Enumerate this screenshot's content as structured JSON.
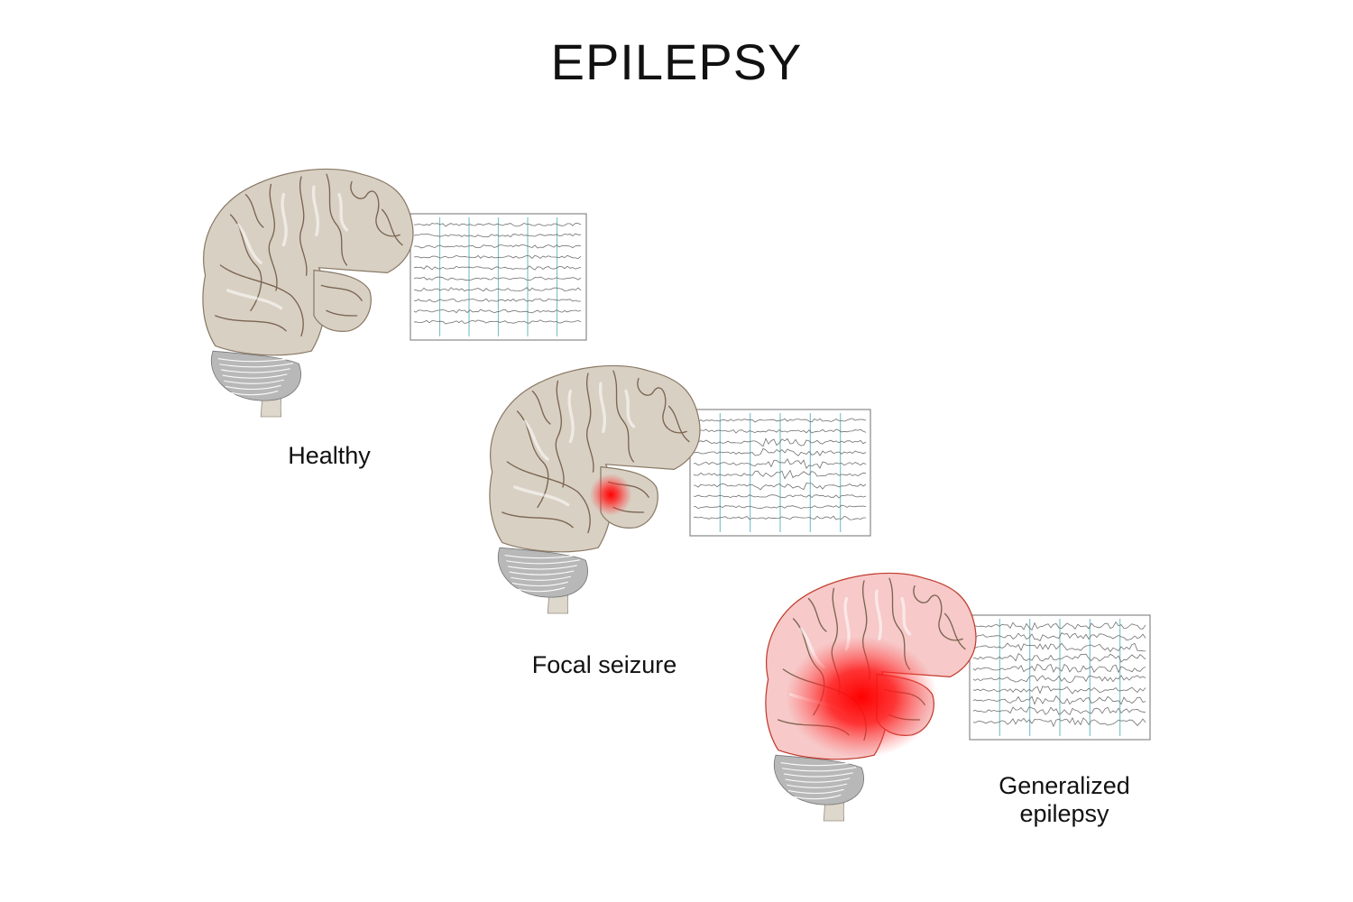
{
  "title": "EPILEPSY",
  "panels": [
    {
      "label": "Healthy",
      "state": "healthy"
    },
    {
      "label": "Focal seizure",
      "state": "focal"
    },
    {
      "label": "Generalized epilepsy",
      "label_lines": [
        "Generalized",
        "epilepsy"
      ],
      "state": "generalized"
    }
  ],
  "colors": {
    "brain_fill": "#d9d0c4",
    "brain_stroke": "#8a7a66",
    "sulcus": "#7a6550",
    "cerebellum": "#b8b8b8",
    "stem": "#ddd7cc",
    "eeg_grid": "#7fc4cc",
    "eeg_wave": "#707070",
    "seizure_red": "#ff1a1a",
    "inflamed_fill": "#f7c9c9",
    "inflamed_stroke": "#c0392b"
  }
}
